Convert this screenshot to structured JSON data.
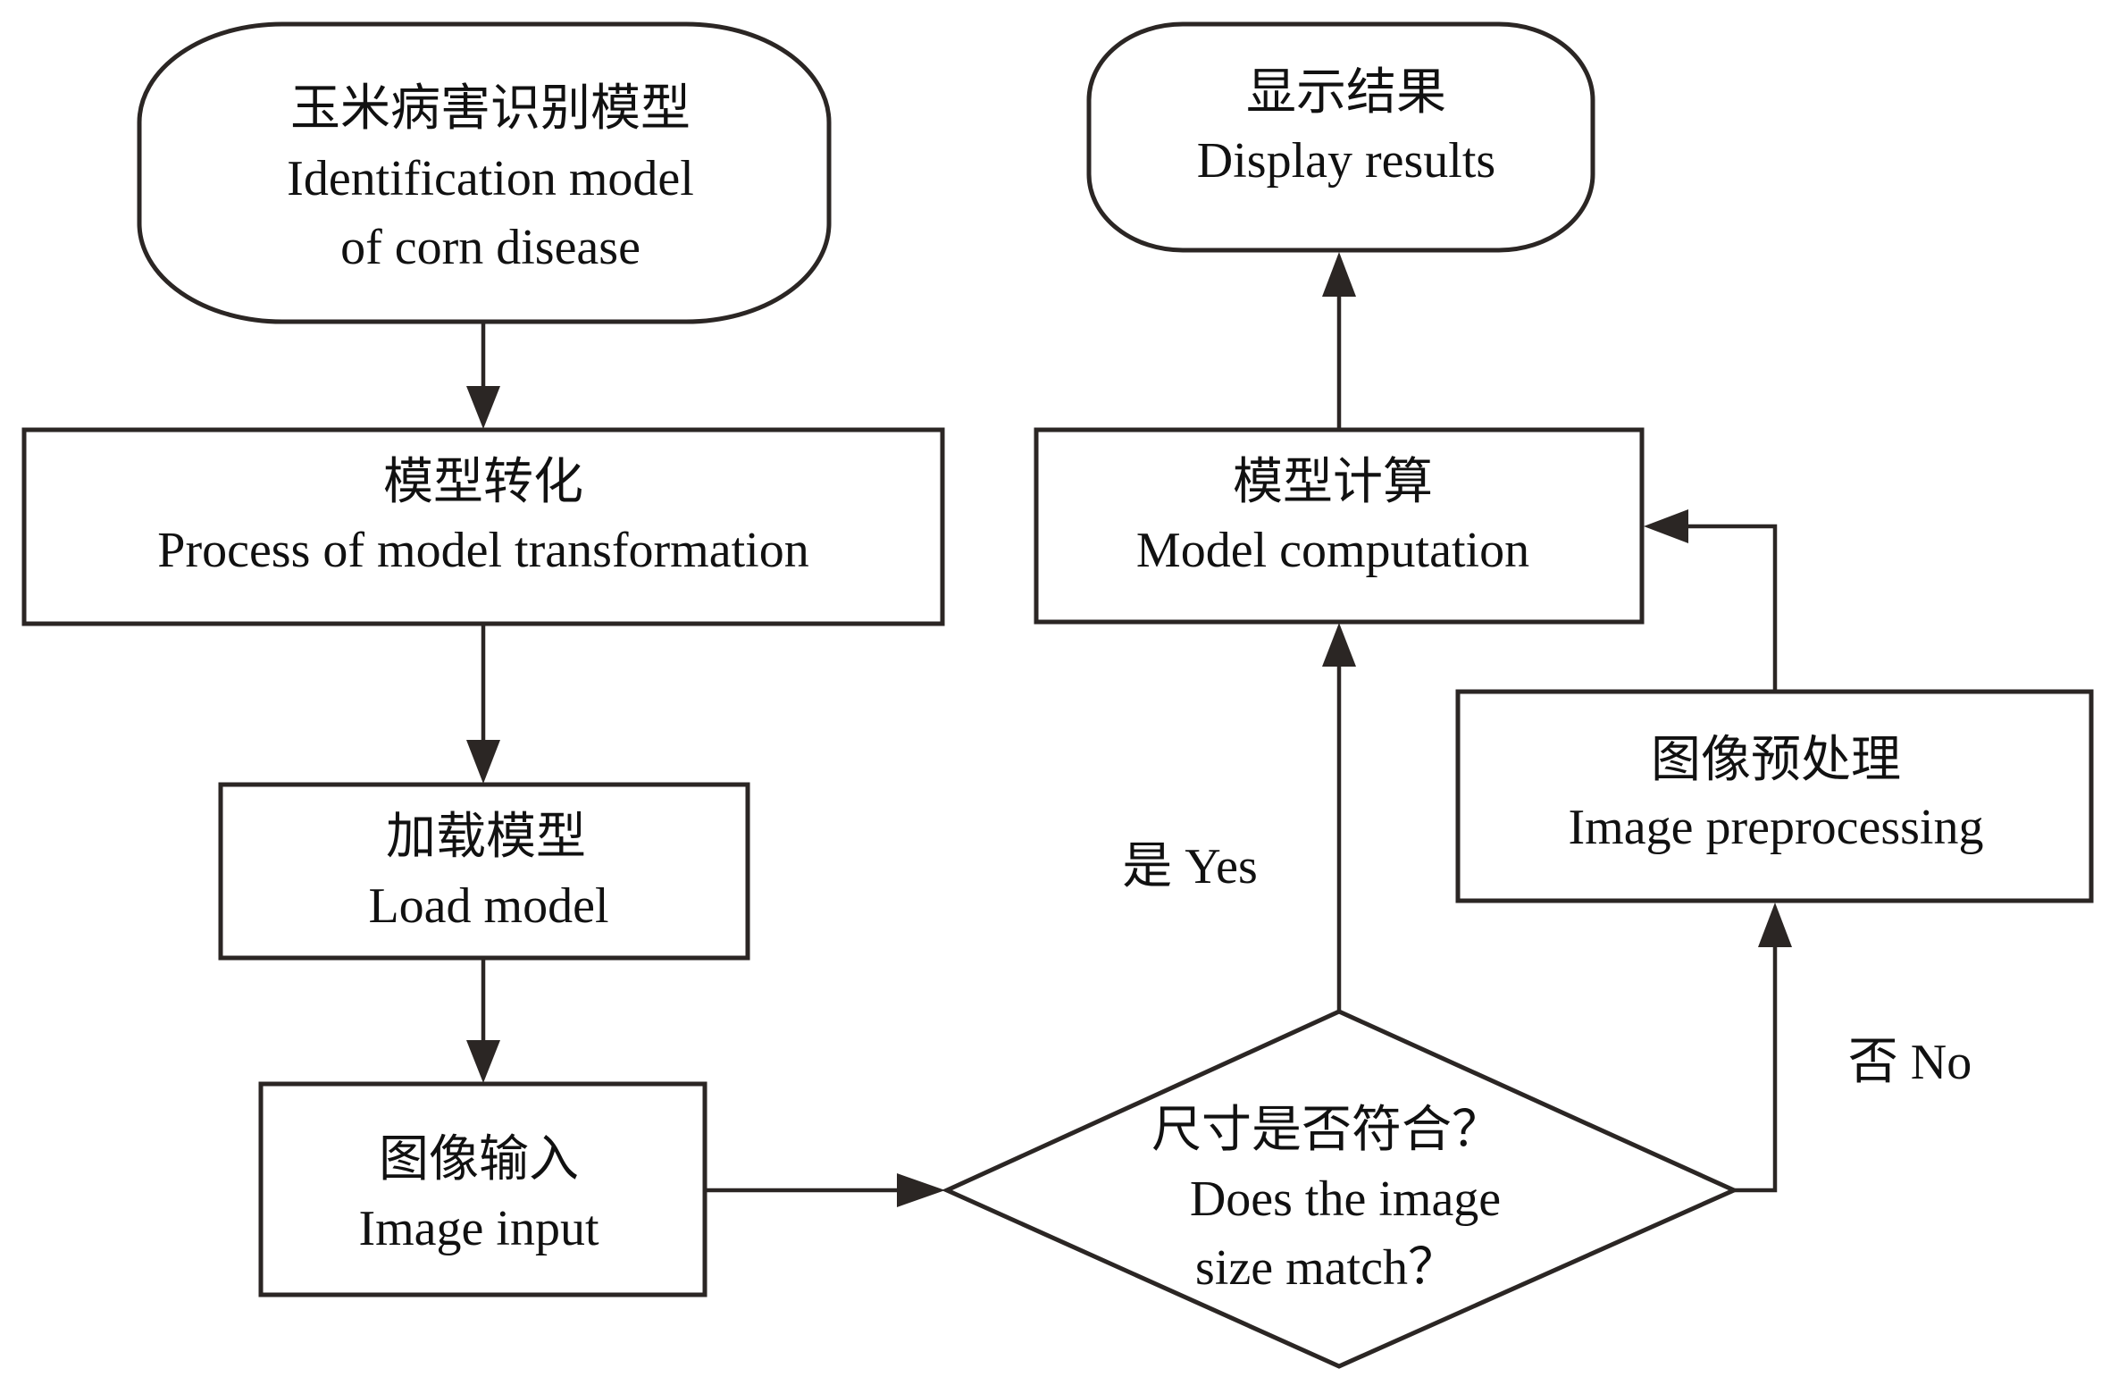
{
  "diagram": {
    "type": "flowchart",
    "nodes": {
      "start": {
        "zh": "玉米病害识别模型",
        "en_lines": [
          "Identification model",
          "of corn disease"
        ],
        "shape": "terminal"
      },
      "transform": {
        "zh": "模型转化",
        "en_lines": [
          "Process of model transformation"
        ],
        "shape": "process"
      },
      "load": {
        "zh": "加载模型",
        "en_lines": [
          "Load model"
        ],
        "shape": "process"
      },
      "input": {
        "zh": "图像输入",
        "en_lines": [
          "Image input"
        ],
        "shape": "process"
      },
      "decision": {
        "zh": "尺寸是否符合？",
        "en_lines": [
          "Does the image",
          "size match？"
        ],
        "shape": "decision"
      },
      "preprocess": {
        "zh": "图像预处理",
        "en_lines": [
          "Image preprocessing"
        ],
        "shape": "process"
      },
      "compute": {
        "zh": "模型计算",
        "en_lines": [
          "Model computation"
        ],
        "shape": "process"
      },
      "end": {
        "zh": "显示结果",
        "en_lines": [
          "Display results"
        ],
        "shape": "terminal"
      }
    },
    "edges": [
      {
        "from": "start",
        "to": "transform",
        "label": ""
      },
      {
        "from": "transform",
        "to": "load",
        "label": ""
      },
      {
        "from": "load",
        "to": "input",
        "label": ""
      },
      {
        "from": "input",
        "to": "decision",
        "label": ""
      },
      {
        "from": "decision",
        "to": "compute",
        "label": "是 Yes"
      },
      {
        "from": "decision",
        "to": "preprocess",
        "label": "否 No"
      },
      {
        "from": "preprocess",
        "to": "compute",
        "label": ""
      },
      {
        "from": "compute",
        "to": "end",
        "label": ""
      }
    ],
    "labels": {
      "yes": "是 Yes",
      "no": "否 No"
    }
  }
}
